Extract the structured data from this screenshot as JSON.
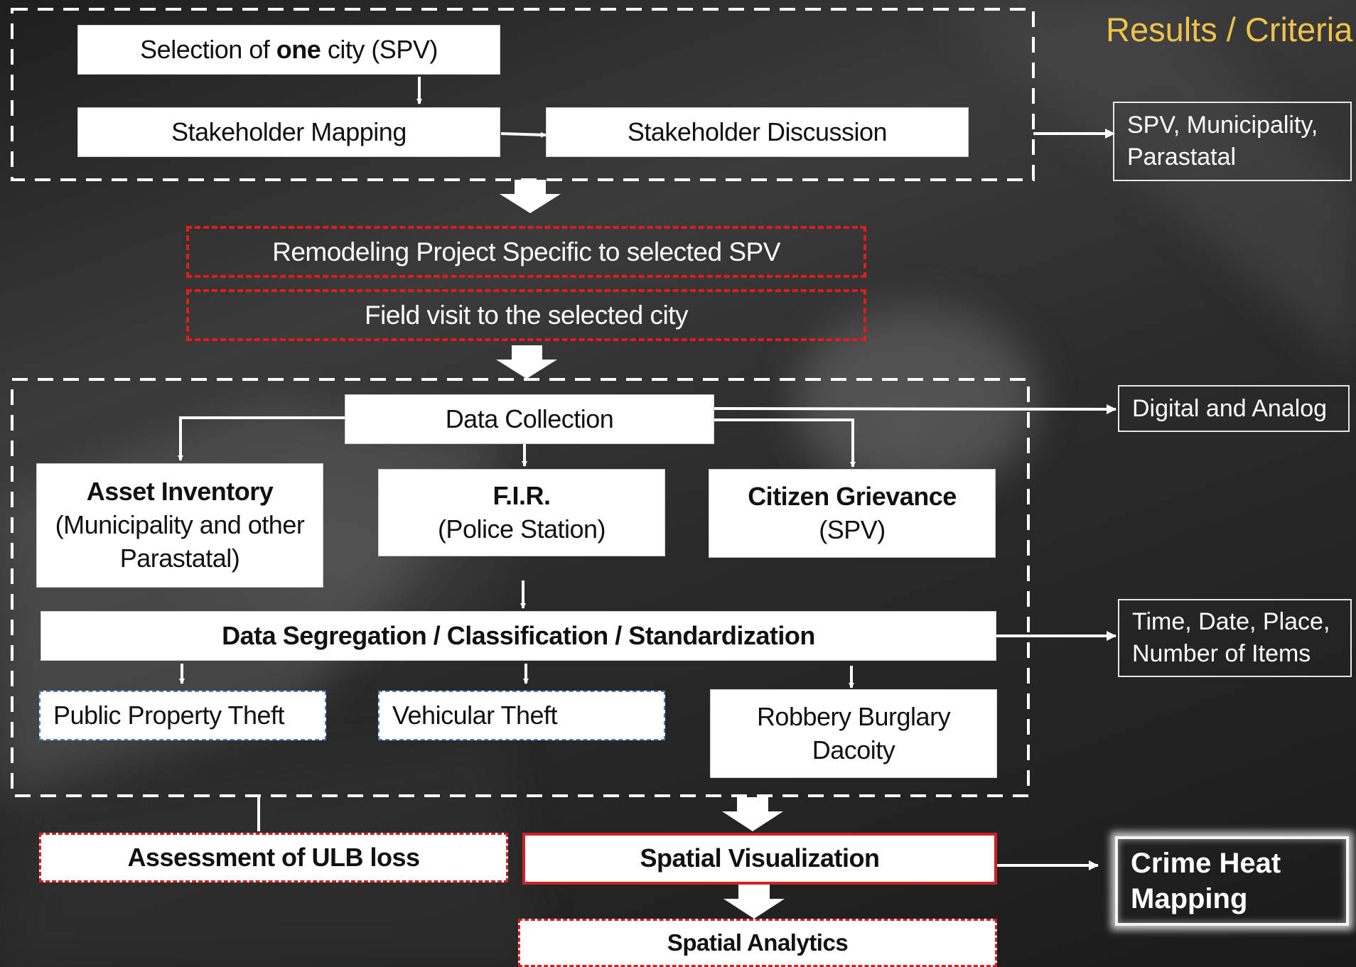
{
  "results_heading": "Results / Criteria",
  "steps": {
    "city_selection": {
      "pre": "Selection of ",
      "emph": "one",
      "post": " city (SPV)"
    },
    "stakeholder_mapping": "Stakeholder Mapping",
    "stakeholder_discussion": "Stakeholder Discussion",
    "remodeling": "Remodeling Project Specific to selected SPV",
    "field_visit": "Field visit to the selected city",
    "data_collection": "Data Collection",
    "asset_inventory": {
      "title": "Asset Inventory",
      "line2": "(Municipality and other",
      "line3": "Parastatal)"
    },
    "fir": {
      "title": "F.I.R.",
      "line2": "(Police Station)"
    },
    "citizen_grievance": {
      "title": "Citizen Grievance",
      "line2": "(SPV)"
    },
    "data_segregation": "Data Segregation / Classification / Standardization",
    "public_property_theft": "Public Property Theft",
    "vehicular_theft": "Vehicular Theft",
    "robbery": {
      "line1": "Robbery Burglary",
      "line2": "Dacoity"
    },
    "ulb_loss": "Assessment of ULB loss",
    "spatial_visualization": "Spatial Visualization",
    "spatial_analytics": "Spatial Analytics"
  },
  "criteria": {
    "stakeholders": {
      "line1": "SPV, Municipality,",
      "line2": "Parastatal"
    },
    "data_type": "Digital and Analog",
    "attributes": {
      "line1": "Time, Date, Place,",
      "line2": "Number of Items"
    },
    "output": {
      "line1": "Crime Heat",
      "line2": "Mapping"
    }
  },
  "colors": {
    "heading": "#f0c24a",
    "red_border": "#d21f1f",
    "blue_dash": "#4f7fbf",
    "box_fill": "#ffffff",
    "connector": "#ffffff"
  }
}
